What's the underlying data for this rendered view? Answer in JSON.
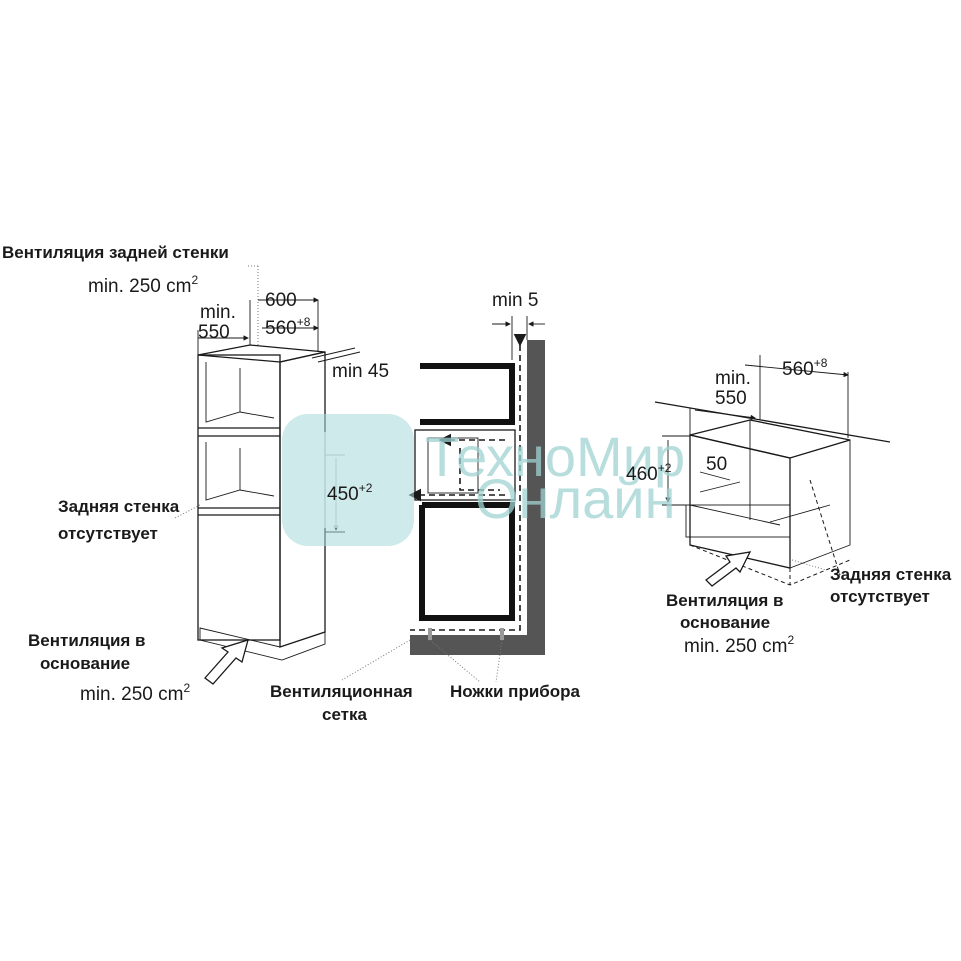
{
  "left": {
    "rear_vent_label": "Вентиляция задней стенки",
    "rear_vent_area": "min. 250 cm",
    "rear_vent_area_sup": "2",
    "dim_600": "600",
    "dim_min": "min.",
    "dim_550": "550",
    "dim_560": "560",
    "dim_560_sup": "+8",
    "dim_min45": "min 45",
    "dim_450": "450",
    "dim_450_sup": "+2",
    "no_back_line1": "Задняя стенка",
    "no_back_line2": "отсутствует",
    "base_vent_line1": "Вентиляция в",
    "base_vent_line2": "основание",
    "base_vent_area": "min. 250 cm",
    "base_vent_area_sup": "2"
  },
  "middle": {
    "dim_min5": "min 5",
    "grille_line1": "Вентиляционная",
    "grille_line2": "сетка",
    "feet_label": "Ножки прибора"
  },
  "right": {
    "dim_min": "min.",
    "dim_550": "550",
    "dim_560": "560",
    "dim_560_sup": "+8",
    "dim_460": "460",
    "dim_460_sup": "+2",
    "dim_50": "50",
    "no_back_line1": "Задняя стенка",
    "no_back_line2": "отсутствует",
    "base_vent_line1": "Вентиляция в",
    "base_vent_line2": "основание",
    "base_vent_area": "min. 250 cm",
    "base_vent_area_sup": "2"
  },
  "watermark": {
    "line1": "ТехноМир",
    "line2": "Онлайн",
    "color": "#9fd2d2"
  }
}
